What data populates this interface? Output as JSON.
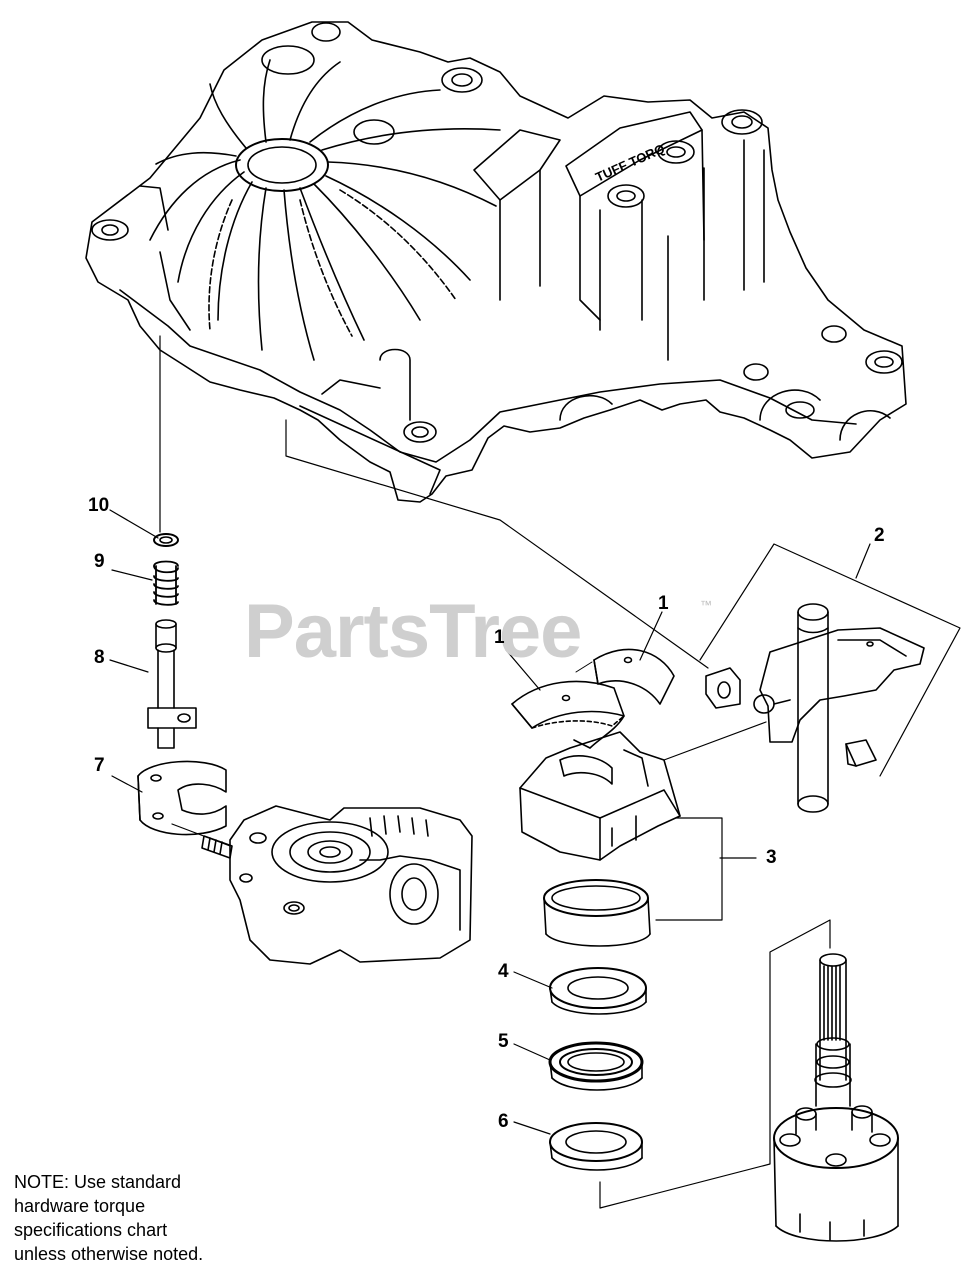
{
  "watermark": {
    "brand": "PartsTree",
    "trademark": "™"
  },
  "callouts": {
    "c1a": "1",
    "c1b": "1",
    "c2": "2",
    "c3": "3",
    "c4": "4",
    "c5": "5",
    "c6": "6",
    "c7": "7",
    "c8": "8",
    "c9": "9",
    "c10": "10"
  },
  "housing": {
    "cast_text": "TUFF TORQ"
  },
  "note": {
    "lines": [
      "NOTE:  Use standard",
      "hardware torque",
      "specifications chart",
      "unless otherwise noted."
    ]
  }
}
